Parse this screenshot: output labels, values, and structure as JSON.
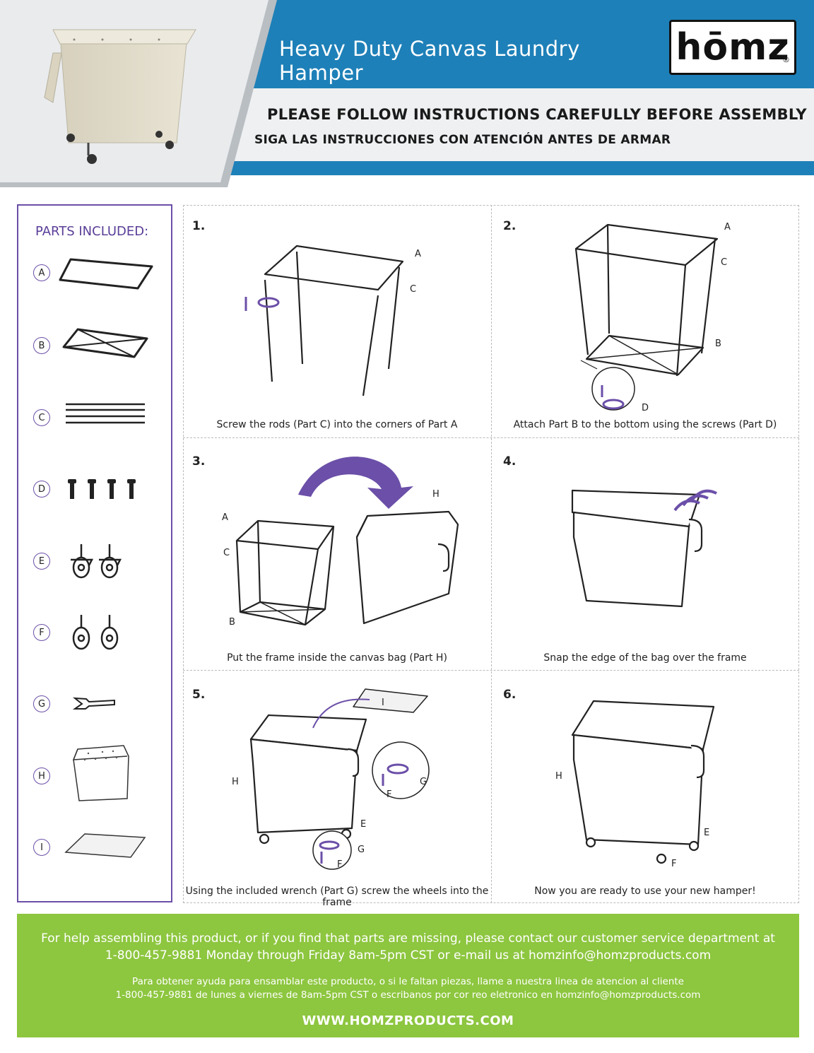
{
  "header": {
    "title": "Heavy Duty Canvas Laundry Hamper",
    "brand": "hōmz",
    "brand_mark": "®",
    "instruction_en": "PLEASE FOLLOW INSTRUCTIONS CAREFULLY BEFORE ASSEMBLY",
    "instruction_es": "SIGA LAS INSTRUCCIONES CON ATENCIÓN ANTES DE ARMAR",
    "colors": {
      "blue": "#1e80b8",
      "gray_band": "#eef0f2",
      "purple": "#6b4fa8",
      "green": "#8dc63f"
    }
  },
  "parts": {
    "title": "PARTS INCLUDED:",
    "items": [
      {
        "letter": "A",
        "icon": "top-frame-icon"
      },
      {
        "letter": "B",
        "icon": "bottom-frame-icon"
      },
      {
        "letter": "C",
        "icon": "rods-icon"
      },
      {
        "letter": "D",
        "icon": "screws-icon"
      },
      {
        "letter": "E",
        "icon": "locking-casters-icon"
      },
      {
        "letter": "F",
        "icon": "casters-icon"
      },
      {
        "letter": "G",
        "icon": "wrench-icon"
      },
      {
        "letter": "H",
        "icon": "canvas-bag-icon"
      },
      {
        "letter": "I",
        "icon": "base-board-icon"
      }
    ]
  },
  "steps": [
    {
      "number": "1.",
      "caption": "Screw the rods (Part C) into the corners of Part A",
      "labels": [
        "A",
        "C"
      ]
    },
    {
      "number": "2.",
      "caption": "Attach Part B to the bottom using the screws (Part D)",
      "labels": [
        "A",
        "C",
        "B",
        "D"
      ]
    },
    {
      "number": "3.",
      "caption": "Put the frame inside the canvas bag (Part H)",
      "labels": [
        "A",
        "C",
        "B",
        "H"
      ]
    },
    {
      "number": "4.",
      "caption": "Snap the edge of the bag over the frame",
      "labels": []
    },
    {
      "number": "5.",
      "caption": "Using the included wrench (Part G) screw the wheels into the frame",
      "labels": [
        "I",
        "H",
        "G",
        "F",
        "E",
        "G",
        "F"
      ]
    },
    {
      "number": "6.",
      "caption": "Now you are ready to use your new hamper!",
      "labels": [
        "H",
        "E",
        "F"
      ]
    }
  ],
  "footer": {
    "help_en_1": "For help assembling this product, or if you find that parts are missing, please contact our customer service department at",
    "help_en_2": "1-800-457-9881 Monday through Friday 8am-5pm CST or e-mail us at homzinfo@homzproducts.com",
    "help_es_1": "Para obtener ayuda para ensamblar este producto, o si le faltan piezas, llame a nuestra linea de atencion al cliente",
    "help_es_2": "1-800-457-9881 de lunes a viernes de 8am-5pm CST o escribanos por cor reo eletronico en homzinfo@homzproducts.com",
    "url": "WWW.HOMZPRODUCTS.COM"
  }
}
